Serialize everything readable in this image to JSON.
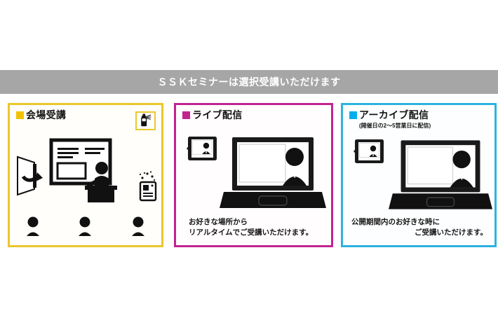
{
  "banner": {
    "text": "ＳＳＫセミナーは選択受講いただけます",
    "background_color": "#a6a6a6",
    "text_color": "#ffffff"
  },
  "panels": [
    {
      "id": "venue",
      "marker_color": "#f2c200",
      "border_color": "#eac72c",
      "title": "会場受講",
      "subtitle": "",
      "caption_lines": [],
      "icons": [
        "sanitizer-bottle-icon",
        "door-entrance-icon",
        "presentation-screen-icon",
        "presenter-podium-icon",
        "air-purifier-icon",
        "audience-person-icon"
      ],
      "audience_count": 3
    },
    {
      "id": "live",
      "marker_color": "#c2238f",
      "border_color": "#c2238f",
      "title": "ライブ配信",
      "subtitle": "",
      "caption_lines": [
        "お好きな場所から",
        "リアルタイムでご受講いただけます。"
      ],
      "icons": [
        "tablet-device-icon",
        "laptop-device-icon",
        "presenter-silhouette-icon"
      ]
    },
    {
      "id": "archive",
      "marker_color": "#00aeef",
      "border_color": "#2bb3e0",
      "title": "アーカイブ配信",
      "subtitle": "(開催日の2〜5営業日に配信)",
      "caption_lines": [
        "公開期間内のお好きな時に",
        "ご受講いただけます。"
      ],
      "icons": [
        "tablet-device-icon",
        "laptop-device-icon",
        "presenter-silhouette-icon"
      ]
    }
  ]
}
